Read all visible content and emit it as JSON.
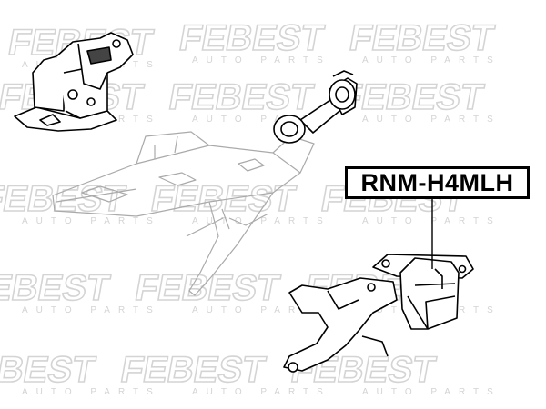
{
  "watermark": {
    "brand": "FEBEST",
    "tagline": "AUTO PARTS",
    "color": "#d4d4d4"
  },
  "part_number": "RNM-H4MLH",
  "line_color": "#000000"
}
